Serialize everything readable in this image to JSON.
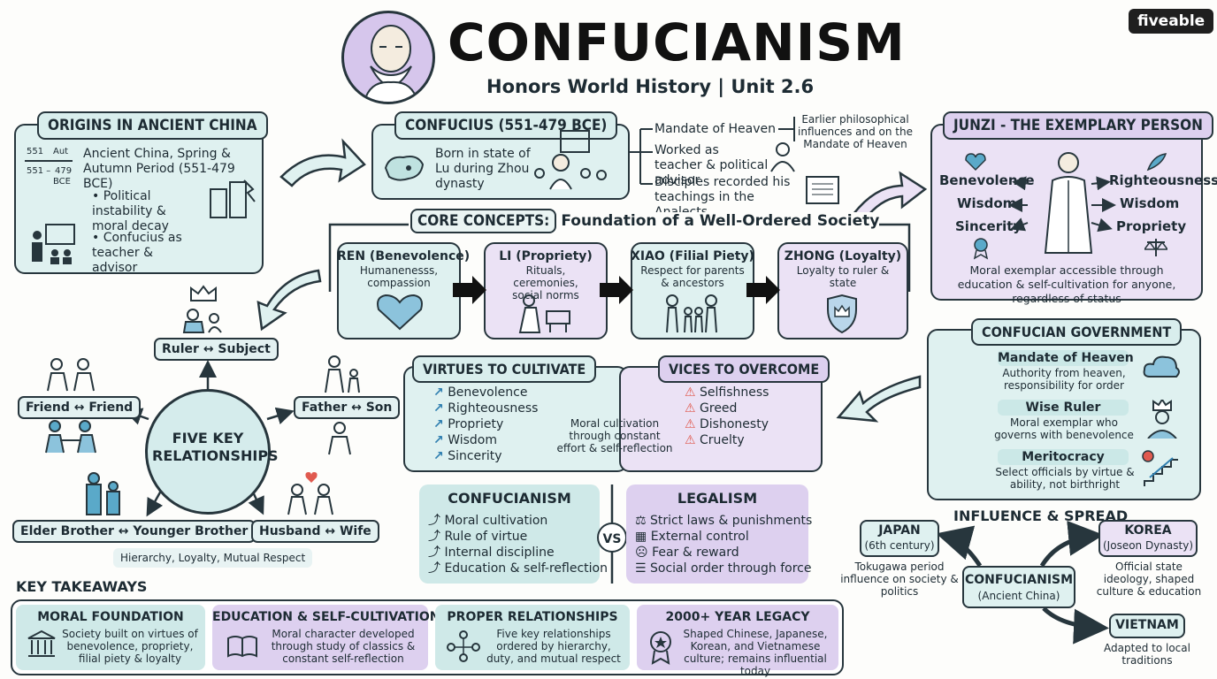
{
  "title": "CONFUCIANISM",
  "subtitle": "Honors World History | Unit 2.6",
  "brand": "fiveable",
  "colors": {
    "teal": "#dff1f0",
    "lavender": "#ebe2f5",
    "outline": "#27363d",
    "alert": "#e05a4f"
  },
  "origins": {
    "header": "ORIGINS IN ANCIENT CHINA",
    "timeline": {
      "label1": "551",
      "label2": "Aut",
      "label3": "551 –",
      "label4": "479",
      "label5": "BCE"
    },
    "period": "Ancient China, Spring & Autumn Period (551-479 BCE)",
    "bullets": [
      "• Political instability & moral decay",
      "• Confucius as teacher & advisor"
    ]
  },
  "confucius": {
    "header": "CONFUCIUS (551-479 BCE)",
    "born": "Born in state of Lu during Zhou dynasty",
    "points": [
      "Mandate of Heaven",
      "Worked as teacher & political advisor",
      "Disciples recorded his teachings in the Analects"
    ],
    "influence_note": "Earlier philosophical influences and on the Mandate of Heaven"
  },
  "junzi": {
    "header": "JUNZI - THE EXEMPLARY PERSON",
    "left": [
      "Benevolence",
      "Wisdom",
      "Sincerity"
    ],
    "right": [
      "Righteousness",
      "Wisdom",
      "Propriety"
    ],
    "note": "Moral exemplar accessible through education & self-cultivation for anyone, regardless of status"
  },
  "core": {
    "label": "CORE CONCEPTS:",
    "sub": "Foundation of a Well-Ordered Society",
    "concepts": [
      {
        "name": "REN (Benevolence)",
        "desc": "Humanenesss, compassion"
      },
      {
        "name": "LI (Propriety)",
        "desc": "Rituals, ceremonies, social norms"
      },
      {
        "name": "XIAO (Filial Piety)",
        "desc": "Respect for parents & ancestors"
      },
      {
        "name": "ZHONG (Loyalty)",
        "desc": "Loyalty to ruler & state"
      }
    ]
  },
  "relationships": {
    "center": "FIVE KEY RELATIONSHIPS",
    "items": [
      "Ruler ↔ Subject",
      "Friend ↔ Friend",
      "Father ↔ Son",
      "Elder Brother ↔ Younger Brother",
      "Husband ↔ Wife"
    ],
    "footer": "Hierarchy, Loyalty, Mutual Respect"
  },
  "virtues": {
    "header": "VIRTUES TO CULTIVATE",
    "items": [
      "Benevolence",
      "Righteousness",
      "Propriety",
      "Wisdom",
      "Sincerity"
    ]
  },
  "vices": {
    "header": "VICES TO OVERCOME",
    "items": [
      "Selfishness",
      "Greed",
      "Dishonesty",
      "Cruelty"
    ]
  },
  "cultivation": "Moral cultivation through constant effort & self-reflection",
  "government": {
    "header": "CONFUCIAN GOVERNMENT",
    "items": [
      {
        "name": "Mandate of Heaven",
        "desc": "Authority from heaven, responsibility for order"
      },
      {
        "name": "Wise Ruler",
        "desc": "Moral exemplar who governs with benevolence"
      },
      {
        "name": "Meritocracy",
        "desc": "Select officials by virtue & ability, not birthright"
      }
    ]
  },
  "comparison": {
    "left_header": "CONFUCIANISM",
    "left_items": [
      "Moral cultivation",
      "Rule of virtue",
      "Internal discipline",
      "Education & self-reflection"
    ],
    "vs": "VS",
    "right_header": "LEGALISM",
    "right_items": [
      "Strict laws & punishments",
      "External control",
      "Fear & reward",
      "Social order through force"
    ]
  },
  "influence": {
    "header": "INFLUENCE & SPREAD",
    "center": "CONFUCIANISM",
    "center_sub": "(Ancient China)",
    "japan": {
      "name": "JAPAN",
      "sub": "(6th century)",
      "desc": "Tokugawa period influence on society & politics"
    },
    "korea": {
      "name": "KOREA",
      "sub": "(Joseon Dynasty)",
      "desc": "Official state ideology, shaped culture & education"
    },
    "vietnam": {
      "name": "VIETNAM",
      "desc": "Adapted to local traditions"
    }
  },
  "takeaways": {
    "header": "KEY TAKEAWAYS",
    "items": [
      {
        "title": "MORAL FOUNDATION",
        "desc": "Society built on virtues of benevolence, propriety, filial piety & loyalty"
      },
      {
        "title": "EDUCATION & SELF-CULTIVATION",
        "desc": "Moral character developed through study of classics & constant self-reflection"
      },
      {
        "title": "PROPER RELATIONSHIPS",
        "desc": "Five key relationships ordered by hierarchy, duty, and mutual respect"
      },
      {
        "title": "2000+ YEAR LEGACY",
        "desc": "Shaped Chinese, Japanese, Korean, and Vietnamese culture; remains influential today"
      }
    ]
  }
}
